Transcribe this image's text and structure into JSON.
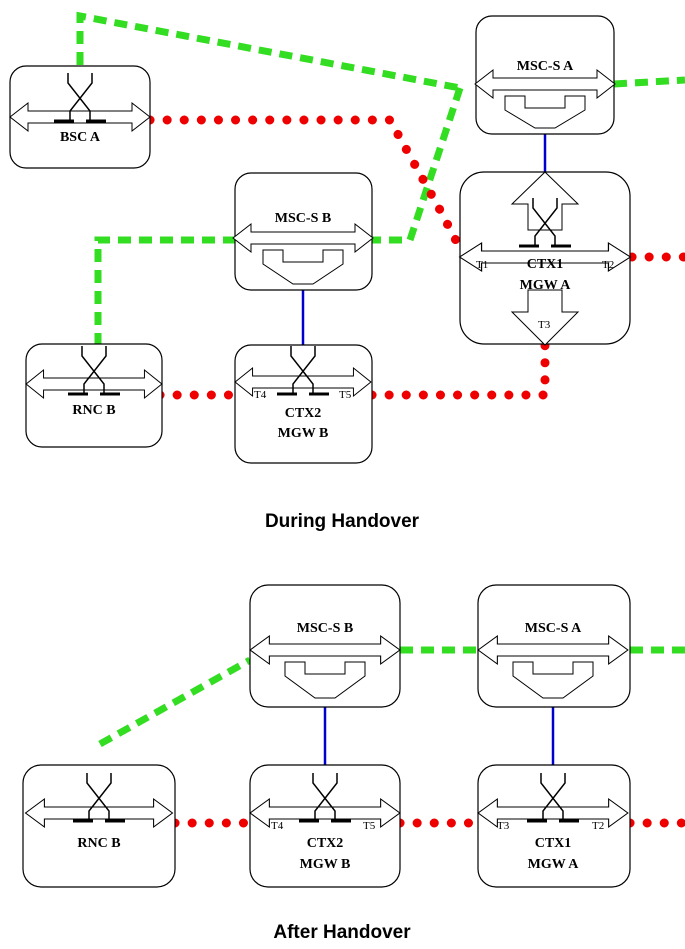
{
  "colors": {
    "signalling_link": "#33dd22",
    "bearer_link": "#ee0000",
    "control_link": "#0000cc",
    "node_border": "#000000",
    "background": "#ffffff"
  },
  "during": {
    "caption": "During Handover",
    "bsc_a": {
      "label": "BSC A"
    },
    "msc_s_a": {
      "label": "MSC-S A"
    },
    "msc_s_b": {
      "label": "MSC-S B"
    },
    "rnc_b": {
      "label": "RNC B"
    },
    "mgw_a": {
      "ctx": "CTX1",
      "label": "MGW A",
      "t1": "T1",
      "t2": "T2",
      "t3": "T3"
    },
    "mgw_b": {
      "ctx": "CTX2",
      "label": "MGW B",
      "t4": "T4",
      "t5": "T5"
    }
  },
  "after": {
    "caption": "After Handover",
    "msc_s_b": {
      "label": "MSC-S B"
    },
    "msc_s_a": {
      "label": "MSC-S A"
    },
    "rnc_b": {
      "label": "RNC B"
    },
    "mgw_b": {
      "ctx": "CTX2",
      "label": "MGW B",
      "t4": "T4",
      "t5": "T5"
    },
    "mgw_a": {
      "ctx": "CTX1",
      "label": "MGW A",
      "t3": "T3",
      "t2": "T2"
    }
  }
}
